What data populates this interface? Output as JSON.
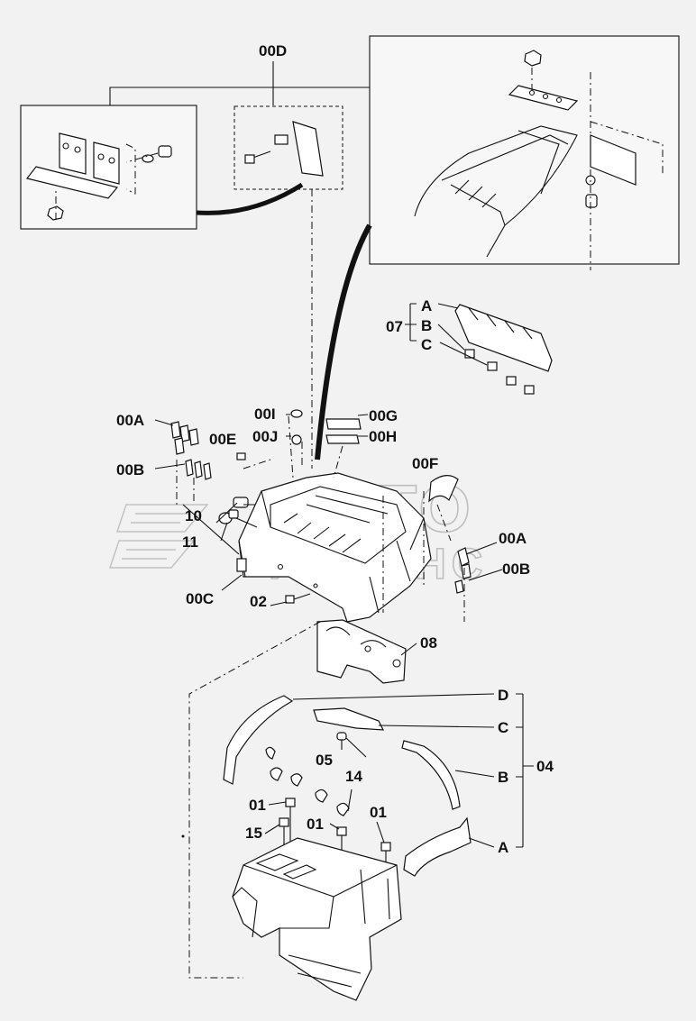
{
  "callouts": {
    "c00D": "00D",
    "c07": "07",
    "c07A": "A",
    "c07B": "B",
    "c07C": "C",
    "c00A_left": "00A",
    "c00B_left": "00B",
    "c00E": "00E",
    "c00I": "00I",
    "c00J": "00J",
    "c00G": "00G",
    "c00H": "00H",
    "c00F": "00F",
    "c10": "10",
    "c11": "11",
    "c00C": "00C",
    "c02": "02",
    "c00A_right": "00A",
    "c00B_right": "00B",
    "c08": "08",
    "c04D": "D",
    "c04C": "C",
    "c04B": "B",
    "c04A": "A",
    "c04": "04",
    "c05": "05",
    "c14": "14",
    "c01a": "01",
    "c01b": "01",
    "c01c": "01",
    "c15": "15"
  },
  "watermark": {
    "line1": "АВТО",
    "line2": "АЛЬЯНС"
  }
}
